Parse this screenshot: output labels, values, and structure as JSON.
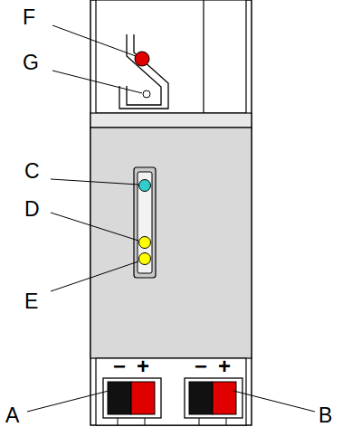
{
  "diagram": {
    "labels": [
      "F",
      "G",
      "C",
      "D",
      "E",
      "A",
      "B",
      "−",
      "+",
      "−",
      "+"
    ]
  }
}
